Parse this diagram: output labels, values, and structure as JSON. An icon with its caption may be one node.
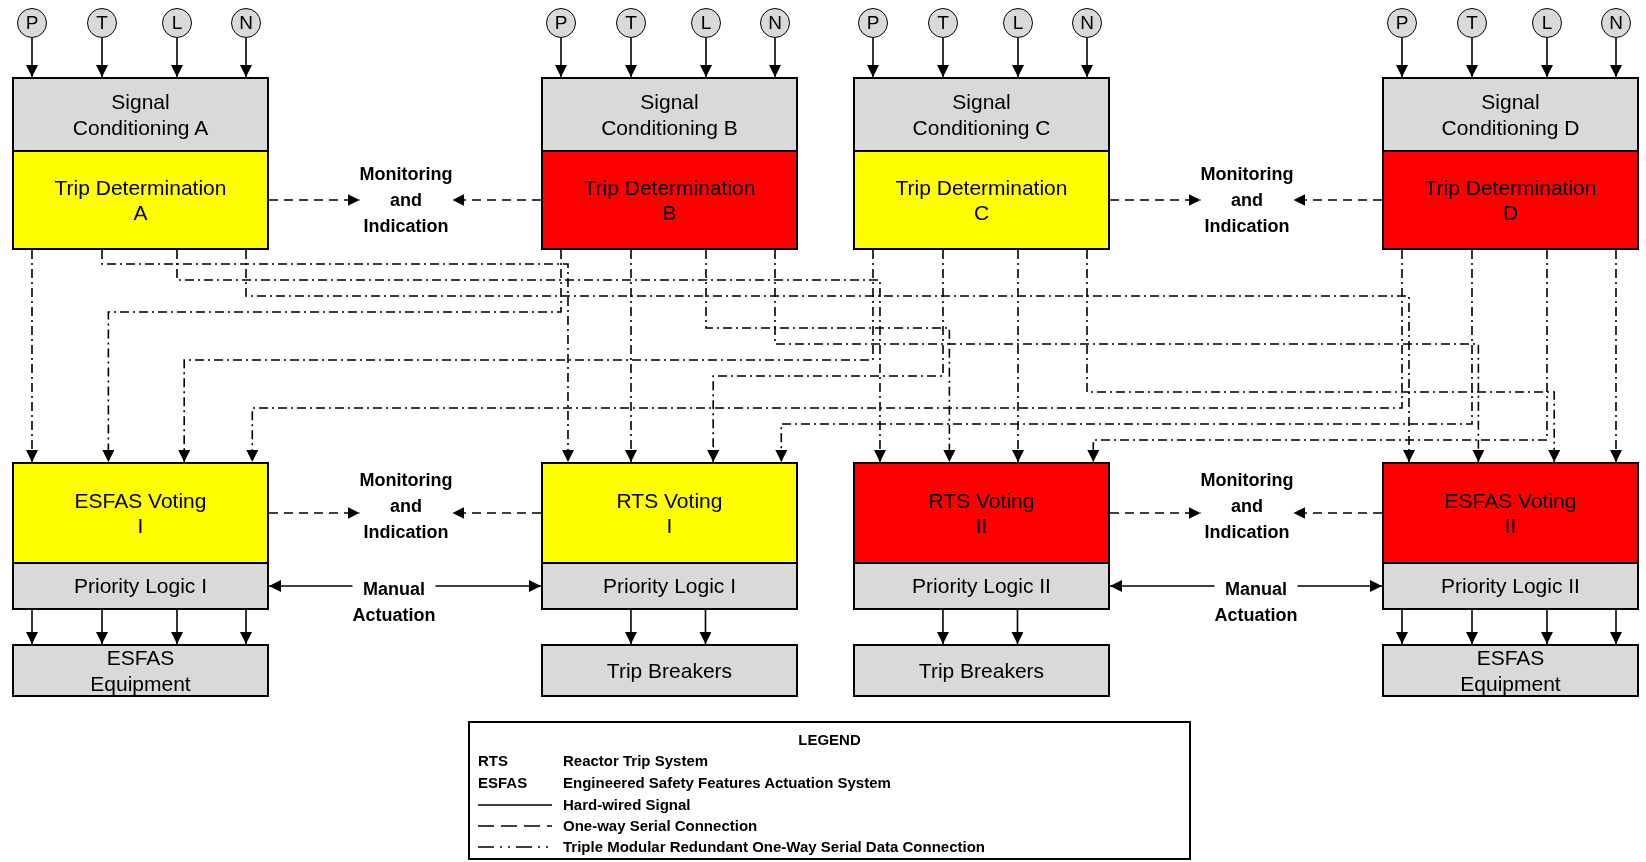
{
  "diagram": {
    "nodes": [
      {
        "text": [
          "P"
        ]
      },
      {
        "text": [
          "T"
        ]
      },
      {
        "text": [
          "L"
        ]
      },
      {
        "text": [
          "N"
        ]
      },
      {
        "text": [
          "P"
        ]
      },
      {
        "text": [
          "T"
        ]
      },
      {
        "text": [
          "L"
        ]
      },
      {
        "text": [
          "N"
        ]
      },
      {
        "text": [
          "P"
        ]
      },
      {
        "text": [
          "T"
        ]
      },
      {
        "text": [
          "L"
        ]
      },
      {
        "text": [
          "N"
        ]
      },
      {
        "text": [
          "P"
        ]
      },
      {
        "text": [
          "T"
        ]
      },
      {
        "text": [
          "L"
        ]
      },
      {
        "text": [
          "N"
        ]
      },
      {
        "text": [
          "Signal Conditioning A"
        ]
      },
      {
        "text": [
          "Signal Conditioning B"
        ]
      },
      {
        "text": [
          "Signal Conditioning C"
        ]
      },
      {
        "text": [
          "Signal Conditioning D"
        ]
      },
      {
        "text": [
          "Trip Determination A"
        ]
      },
      {
        "text": [
          "Monitoring and Indication"
        ]
      },
      {
        "text": [
          "Trip Determination B"
        ]
      },
      {
        "text": [
          "Trip Determination C"
        ]
      },
      {
        "text": [
          "Monitoring and Indication"
        ]
      },
      {
        "text": [
          "Trip Determination D"
        ]
      },
      {
        "text": [
          "ESFAS Voting I"
        ]
      },
      {
        "text": [
          "Monitoring and Indication"
        ]
      },
      {
        "text": [
          "RTS Voting I"
        ]
      },
      {
        "text": [
          "RTS Voting II"
        ]
      },
      {
        "text": [
          "Monitoring and Indication"
        ]
      },
      {
        "text": [
          "ESFAS Voting II"
        ]
      },
      {
        "text": [
          "Priority Logic I"
        ]
      },
      {
        "text": [
          "Manual Actuation"
        ]
      },
      {
        "text": [
          "Priority Logic I"
        ]
      },
      {
        "text": [
          "Priority Logic II"
        ]
      },
      {
        "text": [
          "Manual Actuation"
        ]
      },
      {
        "text": [
          "Priority Logic II"
        ]
      },
      {
        "text": [
          "ESFAS Equipment"
        ]
      },
      {
        "text": [
          "Trip Breakers"
        ]
      },
      {
        "text": [
          "Trip Breakers"
        ]
      },
      {
        "text": [
          "ESFAS Equipment"
        ]
      }
    ],
    "edges": [
      {
        "from": 0,
        "to": 16,
        "arrow": "to"
      },
      {
        "from": 1,
        "to": 16,
        "arrow": "to"
      },
      {
        "from": 2,
        "to": 16,
        "arrow": "to"
      },
      {
        "from": 3,
        "to": 16,
        "arrow": "to"
      },
      {
        "from": 4,
        "to": 17,
        "arrow": "to"
      },
      {
        "from": 5,
        "to": 17,
        "arrow": "to"
      },
      {
        "from": 6,
        "to": 17,
        "arrow": "to"
      },
      {
        "from": 7,
        "to": 17,
        "arrow": "to"
      },
      {
        "from": 8,
        "to": 18,
        "arrow": "to"
      },
      {
        "from": 9,
        "to": 18,
        "arrow": "to"
      },
      {
        "from": 10,
        "to": 18,
        "arrow": "to"
      },
      {
        "from": 11,
        "to": 18,
        "arrow": "to"
      },
      {
        "from": 12,
        "to": 19,
        "arrow": "to"
      },
      {
        "from": 13,
        "to": 19,
        "arrow": "to"
      },
      {
        "from": 14,
        "to": 19,
        "arrow": "to"
      },
      {
        "from": 15,
        "to": 19,
        "arrow": "to"
      },
      {
        "from": 20,
        "to": 21,
        "arrow": "to",
        "style": "dashed"
      },
      {
        "from": 22,
        "to": 21,
        "arrow": "to",
        "style": "dashed"
      },
      {
        "from": 23,
        "to": 24,
        "arrow": "to",
        "style": "dashed"
      },
      {
        "from": 25,
        "to": 24,
        "arrow": "to",
        "style": "dashed"
      },
      {
        "from": 26,
        "to": 27,
        "arrow": "to",
        "style": "dashed"
      },
      {
        "from": 28,
        "to": 27,
        "arrow": "to",
        "style": "dashed"
      },
      {
        "from": 29,
        "to": 30,
        "arrow": "to",
        "style": "dashed"
      },
      {
        "from": 31,
        "to": 30,
        "arrow": "to",
        "style": "dashed"
      },
      {
        "from": 33,
        "to": 32,
        "arrow": "to"
      },
      {
        "from": 33,
        "to": 34,
        "arrow": "to"
      },
      {
        "from": 36,
        "to": 35,
        "arrow": "to"
      },
      {
        "from": 36,
        "to": 37,
        "arrow": "to"
      },
      {
        "from": 32,
        "to": 38,
        "arrow": "to"
      },
      {
        "from": 32,
        "to": 38,
        "arrow": "to"
      },
      {
        "from": 32,
        "to": 38,
        "arrow": "to"
      },
      {
        "from": 32,
        "to": 38,
        "arrow": "to"
      },
      {
        "from": 34,
        "to": 39,
        "arrow": "to"
      },
      {
        "from": 34,
        "to": 39,
        "arrow": "to"
      },
      {
        "from": 35,
        "to": 40,
        "arrow": "to"
      },
      {
        "from": 35,
        "to": 40,
        "arrow": "to"
      },
      {
        "from": 37,
        "to": 41,
        "arrow": "to"
      },
      {
        "from": 37,
        "to": 41,
        "arrow": "to"
      },
      {
        "from": 37,
        "to": 41,
        "arrow": "to"
      },
      {
        "from": 37,
        "to": 41,
        "arrow": "to"
      },
      {
        "from": 20,
        "to": 26,
        "arrow": "to",
        "style": "dashed"
      },
      {
        "from": 20,
        "to": 28,
        "arrow": "to",
        "style": "dashed"
      },
      {
        "from": 20,
        "to": 29,
        "arrow": "to",
        "style": "dashed"
      },
      {
        "from": 20,
        "to": 31,
        "arrow": "to",
        "style": "dashed"
      },
      {
        "from": 22,
        "to": 26,
        "arrow": "to",
        "style": "dashed"
      },
      {
        "from": 22,
        "to": 28,
        "arrow": "to",
        "style": "dashed"
      },
      {
        "from": 22,
        "to": 29,
        "arrow": "to",
        "style": "dashed"
      },
      {
        "from": 22,
        "to": 31,
        "arrow": "to",
        "style": "dashed"
      },
      {
        "from": 23,
        "to": 26,
        "arrow": "to",
        "style": "dashed"
      },
      {
        "from": 23,
        "to": 28,
        "arrow": "to",
        "style": "dashed"
      },
      {
        "from": 23,
        "to": 29,
        "arrow": "to",
        "style": "dashed"
      },
      {
        "from": 23,
        "to": 31,
        "arrow": "to",
        "style": "dashed"
      },
      {
        "from": 25,
        "to": 26,
        "arrow": "to",
        "style": "dashed"
      },
      {
        "from": 25,
        "to": 28,
        "arrow": "to",
        "style": "dashed"
      },
      {
        "from": 25,
        "to": 29,
        "arrow": "to",
        "style": "dashed"
      },
      {
        "from": 25,
        "to": 31,
        "arrow": "to",
        "style": "dashed"
      }
    ],
    "labels": [
      "LEGEND",
      "RTS",
      "Reactor Trip System",
      "ESFAS",
      "Engineered Safety Features Actuation System"
    ],
    "legend": [
      {
        "text": "Hard-wired Signal"
      },
      {
        "text": "One-way Serial Connection"
      },
      {
        "text": "Triple Modular Redundant One-Way Serial Data Connection"
      }
    ]
  }
}
